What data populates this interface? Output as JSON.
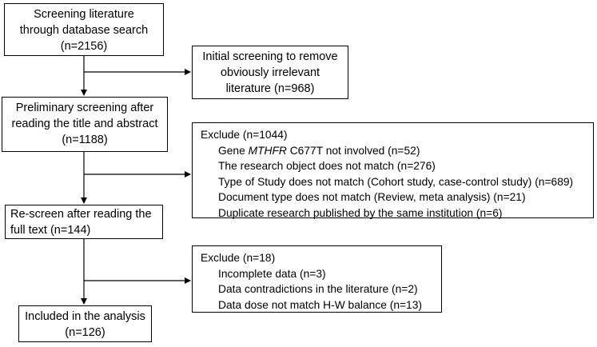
{
  "boxes": {
    "screening": {
      "lines": [
        "Screening literature",
        "through database search",
        "(n=2156)"
      ]
    },
    "initial": {
      "lines": [
        "Initial screening to remove",
        "obviously irrelevant",
        "literature (n=968)"
      ]
    },
    "preliminary": {
      "lines": [
        "Preliminary screening after",
        "reading the title and abstract",
        "(n=1188)"
      ]
    },
    "exclude1": {
      "header": "Exclude (n=1044)",
      "items": [
        {
          "prefix": "Gene ",
          "italic": "MTHFR",
          "suffix": " C677T not involved (n=52)"
        },
        {
          "text": "The research object does not match (n=276)"
        },
        {
          "text": "Type of Study does not match (Cohort study, case-control study) (n=689)"
        },
        {
          "text": "Document type does not match (Review, meta analysis) (n=21)"
        },
        {
          "text": "Duplicate research published by the same institution (n=6)"
        }
      ]
    },
    "rescreen": {
      "lines": [
        "Re-screen after reading the",
        "full text (n=144)"
      ]
    },
    "exclude2": {
      "header": "Exclude (n=18)",
      "items": [
        "Incomplete data (n=3)",
        "Data contradictions in the literature (n=2)",
        "Data dose not match H-W balance (n=13)"
      ]
    },
    "included": {
      "lines": [
        "Included in the analysis",
        "(n=126)"
      ]
    }
  }
}
